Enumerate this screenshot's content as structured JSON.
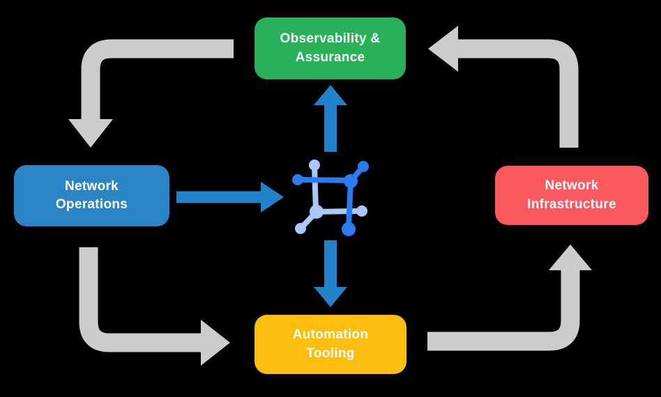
{
  "colors": {
    "background": "#000000",
    "label_text": "#FFFFFF",
    "arrow_gray": "#CCCCCC",
    "arrow_blue": "#2181C9",
    "icon_dark_blue": "#2A7CF2",
    "icon_light_blue": "#A9C8F7",
    "node_green": "#28B159",
    "node_blue": "#2B84C4",
    "node_red": "#F9595F",
    "node_yellow": "#FDBE10"
  },
  "nodes": {
    "observability": {
      "lines": [
        "Observability &",
        "Assurance"
      ],
      "color": "#28B159"
    },
    "operations": {
      "lines": [
        "Network",
        "Operations"
      ],
      "color": "#2B84C4"
    },
    "infrastructure": {
      "lines": [
        "Network",
        "Infrastructure"
      ],
      "color": "#F9595F"
    },
    "automation": {
      "lines": [
        "Automation",
        "Tooling"
      ],
      "color": "#FDBE10"
    }
  },
  "center_icon": "network-platform-icon"
}
